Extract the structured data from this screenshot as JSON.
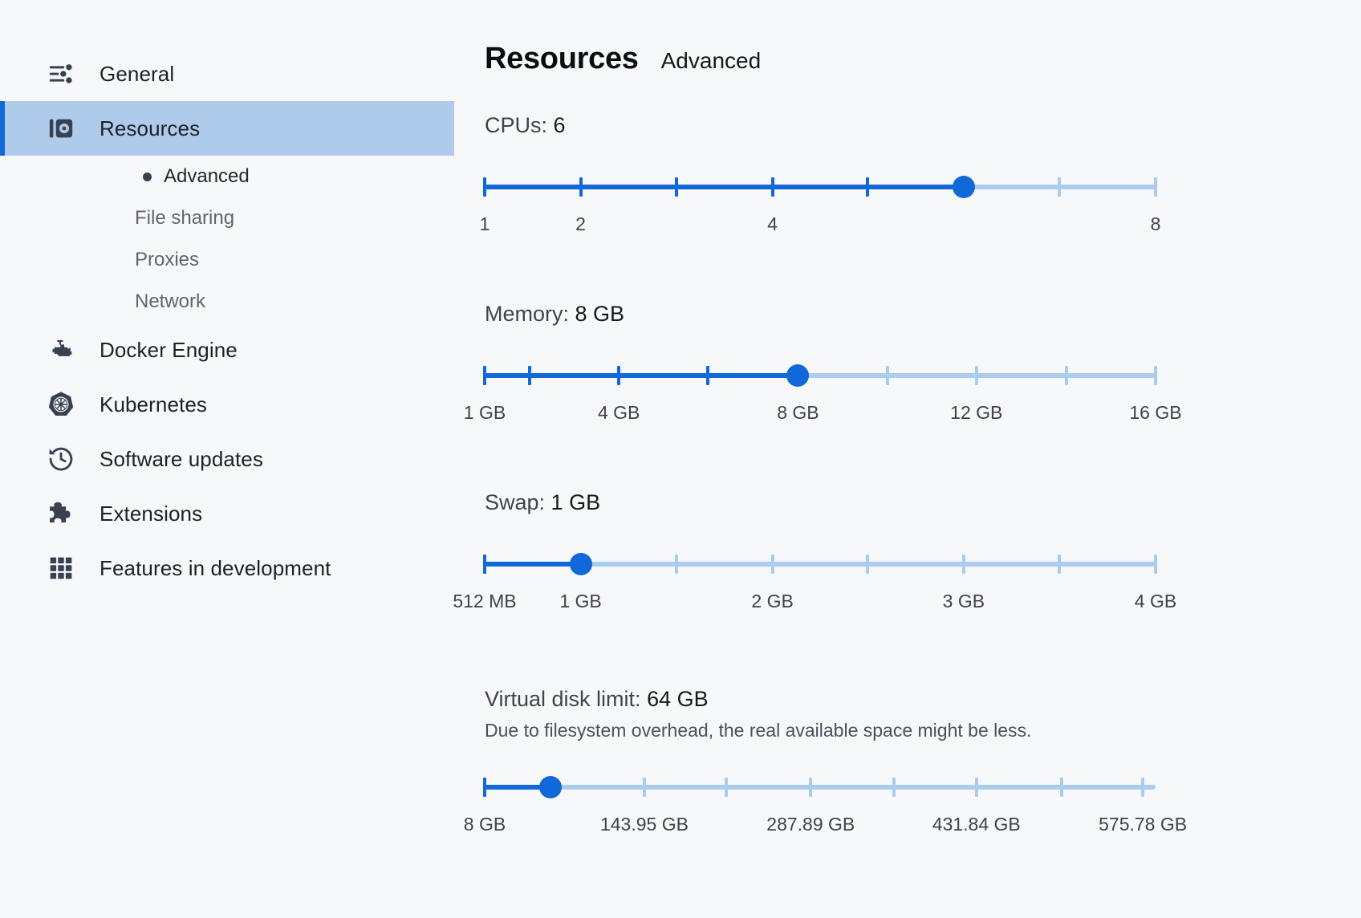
{
  "app": {
    "background": "#f7f8f9",
    "accent": "#1168d9",
    "accent_light": "#aacdef",
    "active_row_bg": "#aecbec"
  },
  "sidebar": {
    "items": [
      {
        "label": "General",
        "icon": "sliders-icon",
        "active": false
      },
      {
        "label": "Resources",
        "icon": "resources-icon",
        "active": true
      },
      {
        "label": "Docker Engine",
        "icon": "engine-icon",
        "active": false
      },
      {
        "label": "Kubernetes",
        "icon": "kubernetes-helm-icon",
        "active": false
      },
      {
        "label": "Software updates",
        "icon": "history-clock-icon",
        "active": false
      },
      {
        "label": "Extensions",
        "icon": "puzzle-piece-icon",
        "active": false
      },
      {
        "label": "Features in development",
        "icon": "grid-icon",
        "active": false
      }
    ],
    "subitems": [
      {
        "label": "Advanced",
        "current": true
      },
      {
        "label": "File sharing",
        "current": false
      },
      {
        "label": "Proxies",
        "current": false
      },
      {
        "label": "Network",
        "current": false
      }
    ]
  },
  "header": {
    "title": "Resources",
    "subtitle": "Advanced"
  },
  "sliders": {
    "cpus": {
      "label_prefix": "CPUs: ",
      "value": "6",
      "tick_labels": [
        {
          "text": "1",
          "pos": 0
        },
        {
          "text": "2",
          "pos": 14.3
        },
        {
          "text": "4",
          "pos": 42.9
        },
        {
          "text": "8",
          "pos": 100
        }
      ],
      "tick_positions": [
        0,
        14.3,
        28.6,
        42.9,
        57.1,
        71.4,
        85.7,
        100
      ],
      "thumb_pos": 71.4
    },
    "memory": {
      "label_prefix": "Memory: ",
      "value": "8 GB",
      "tick_labels": [
        {
          "text": "1 GB",
          "pos": 0
        },
        {
          "text": "4 GB",
          "pos": 20
        },
        {
          "text": "8 GB",
          "pos": 46.7
        },
        {
          "text": "12 GB",
          "pos": 73.3
        },
        {
          "text": "16 GB",
          "pos": 100
        }
      ],
      "tick_positions": [
        0,
        6.7,
        20,
        33.3,
        46.7,
        60,
        73.3,
        86.7,
        100
      ],
      "thumb_pos": 46.7
    },
    "swap": {
      "label_prefix": "Swap: ",
      "value": "1 GB",
      "tick_labels": [
        {
          "text": "512 MB",
          "pos": 0
        },
        {
          "text": "1 GB",
          "pos": 14.3
        },
        {
          "text": "2 GB",
          "pos": 42.9
        },
        {
          "text": "3 GB",
          "pos": 71.4
        },
        {
          "text": "4 GB",
          "pos": 100
        }
      ],
      "tick_positions": [
        0,
        14.3,
        28.6,
        42.9,
        57.1,
        71.4,
        85.7,
        100
      ],
      "thumb_pos": 14.3
    },
    "disk": {
      "label_prefix": "Virtual disk limit: ",
      "value": "64 GB",
      "note": "Due to filesystem overhead, the real available space might be less.",
      "tick_labels": [
        {
          "text": "8 GB",
          "pos": 0
        },
        {
          "text": "143.95 GB",
          "pos": 23.8
        },
        {
          "text": "287.89 GB",
          "pos": 48.6
        },
        {
          "text": "431.84 GB",
          "pos": 73.3
        },
        {
          "text": "575.78 GB",
          "pos": 98.1
        }
      ],
      "tick_positions": [
        0,
        23.8,
        48.6,
        73.3,
        86.0,
        98.1,
        61.0,
        36.0
      ],
      "thumb_pos": 9.8
    }
  }
}
